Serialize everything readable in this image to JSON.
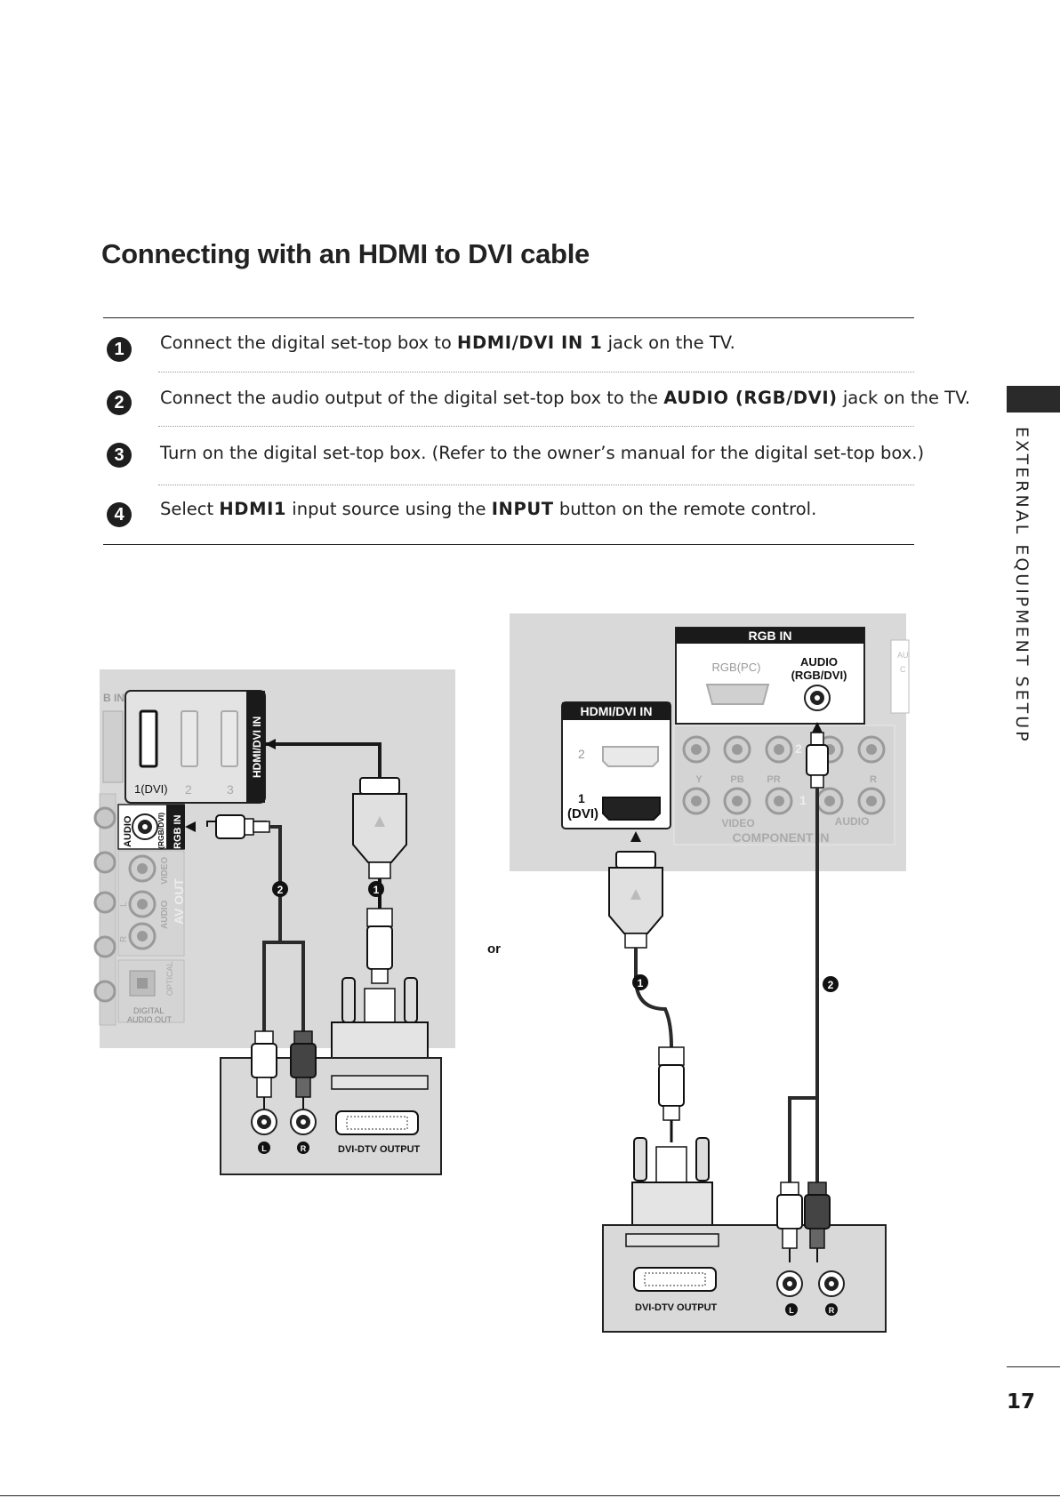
{
  "title": "Connecting with an HDMI to DVI cable",
  "steps": [
    {
      "num": "1",
      "before": "Connect the digital set-top box to ",
      "bold": "HDMI/DVI IN 1",
      "after": " jack on the TV."
    },
    {
      "num": "2",
      "before": "Connect the audio output of the digital set-top box to the ",
      "bold": "AUDIO (RGB/DVI)",
      "after": " jack on the TV."
    },
    {
      "num": "3",
      "text": "Turn on the digital set-top box. (Refer to the owner’s manual for the digital set-top box.)"
    },
    {
      "num": "4",
      "before": "Select ",
      "bold": "HDMI1",
      "middle": " input source using the ",
      "bold2": "INPUT",
      "after": " button on the remote control."
    }
  ],
  "side_label": "EXTERNAL EQUIPMENT SETUP",
  "page_number": "17",
  "diagram": {
    "or_label": "or",
    "left": {
      "b_in": "B IN",
      "hdmi_dvi_in": "HDMI/DVI IN",
      "port1": "1(DVI)",
      "port2": "2",
      "port3": "3",
      "audio": "AUDIO",
      "rgb_dvi": "(RGB/DVI)",
      "rgb_in": "RGB IN",
      "video": "VIDEO",
      "audio2": "AUDIO",
      "av_out": "AV OUT",
      "l": "L",
      "r": "R",
      "optical": "OPTICAL",
      "digital": "DIGITAL",
      "audio_out": "AUDIO OUT",
      "dvi_dtv_output": "DVI-DTV OUTPUT",
      "jack_l": "L",
      "jack_r": "R",
      "callout1": "1",
      "callout2": "2"
    },
    "right": {
      "rgb_in": "RGB IN",
      "rgb_pc": "RGB(PC)",
      "audio": "AUDIO",
      "rgb_dvi": "(RGB/DVI)",
      "hdmi_dvi_in": "HDMI/DVI IN",
      "port2": "2",
      "port1": "1",
      "dvi": "(DVI)",
      "y": "Y",
      "pb": "PB",
      "pr": "PR",
      "r": "R",
      "video": "VIDEO",
      "audio2": "AUDIO",
      "component_in": "COMPONENT IN",
      "num2": "2",
      "num1": "1",
      "dvi_dtv_output": "DVI-DTV OUTPUT",
      "jack_l": "L",
      "jack_r": "R",
      "callout1": "1",
      "callout2": "2"
    }
  }
}
